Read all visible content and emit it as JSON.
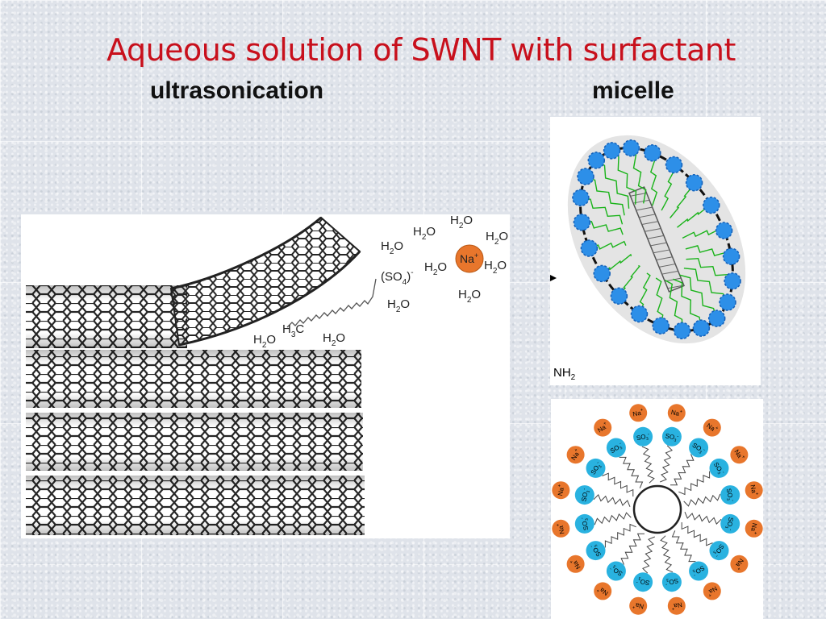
{
  "slide": {
    "title": "Aqueous solution of SWNT with surfactant",
    "label_left": "ultrasonication",
    "label_right": "micelle"
  },
  "nanotube_figure": {
    "molecules": [
      {
        "mol": "H2O",
        "main": "H",
        "sub": "2",
        "rest": "O"
      },
      {
        "mol": "H2O",
        "main": "H",
        "sub": "2",
        "rest": "O"
      },
      {
        "mol": "H2O",
        "main": "H",
        "sub": "2",
        "rest": "O"
      },
      {
        "mol": "H2O",
        "main": "H",
        "sub": "2",
        "rest": "O"
      },
      {
        "mol": "H2O",
        "main": "H",
        "sub": "2",
        "rest": "O"
      },
      {
        "mol": "H2O",
        "main": "H",
        "sub": "2",
        "rest": "O"
      },
      {
        "mol": "H2O",
        "main": "H",
        "sub": "2",
        "rest": "O"
      },
      {
        "mol": "H2O",
        "main": "H",
        "sub": "2",
        "rest": "O"
      },
      {
        "mol": "H2O",
        "main": "H",
        "sub": "2",
        "rest": "O"
      },
      {
        "mol": "H2O",
        "main": "H",
        "sub": "2",
        "rest": "O"
      }
    ],
    "sulfate": {
      "open": "(SO",
      "sub": "4",
      "close": ")",
      "charge": "-"
    },
    "methyl": {
      "main": "H",
      "sub": "3",
      "rest": "C"
    },
    "sodium": {
      "symbol": "Na",
      "charge": "+"
    }
  },
  "micelle_figure_top": {
    "amine": {
      "main": "NH",
      "sub": "2"
    }
  },
  "micelle_figure_bottom": {
    "cation": "Na",
    "cation_charge": "+",
    "head": "SO",
    "head_sub": "3",
    "head_charge": "-",
    "count": 16
  },
  "colors": {
    "title": "#c8101c",
    "sodium": "#e8762c",
    "sulfate_head": "#29b2e0",
    "micelle_head": "#2d8fe8",
    "micelle_tail": "#19b319"
  }
}
